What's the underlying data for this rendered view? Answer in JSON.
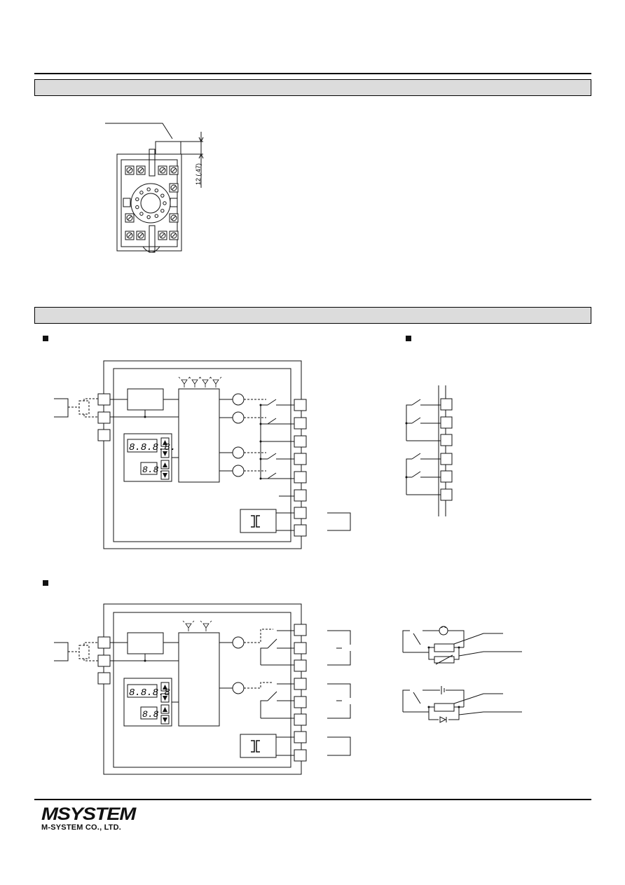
{
  "dimension": {
    "label": "12 (.47)"
  },
  "seg": {
    "big": "8.8.8.8.",
    "small": "8.8.",
    "big2": "8.8.8.8",
    "small2": "8.8"
  },
  "company": {
    "logo": "MSYSTEM",
    "name": "M-SYSTEM CO., LTD."
  },
  "icons": [
    "up-arrow-icon",
    "down-arrow-icon",
    "led-icon",
    "transformer-icon",
    "ac-source-icon",
    "dc-source-icon",
    "diode-icon",
    "varistor-icon"
  ]
}
